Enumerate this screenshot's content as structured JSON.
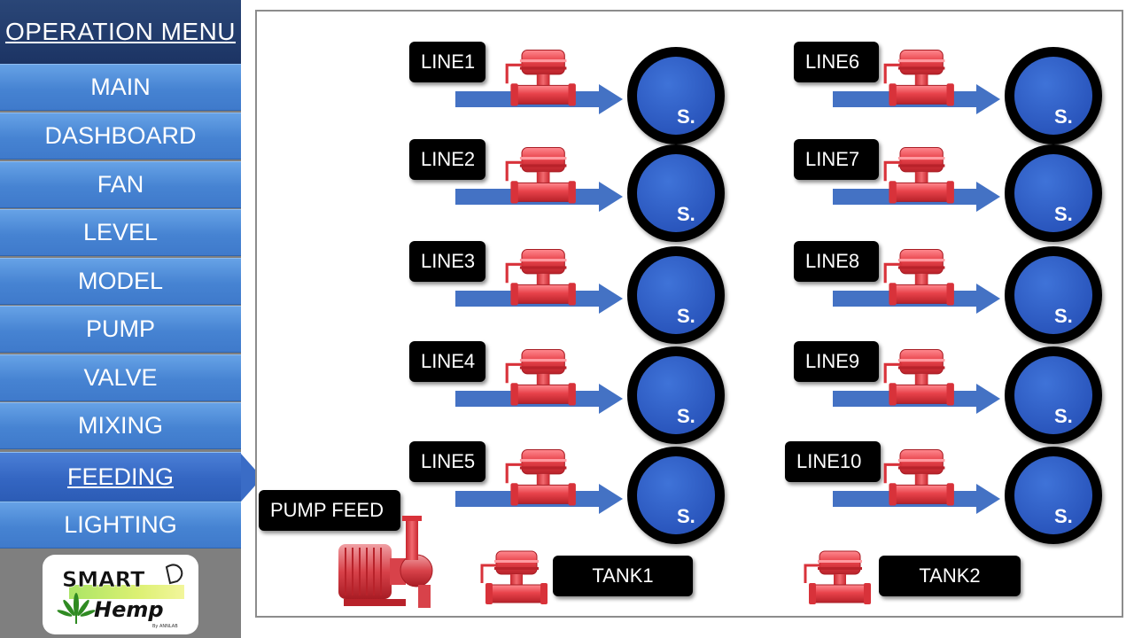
{
  "sidebar": {
    "header": "OPERATION MENU",
    "items": [
      {
        "label": "MAIN"
      },
      {
        "label": "DASHBOARD"
      },
      {
        "label": "FAN"
      },
      {
        "label": "LEVEL"
      },
      {
        "label": "MODEL"
      },
      {
        "label": "PUMP"
      },
      {
        "label": "VALVE"
      },
      {
        "label": "MIXING"
      },
      {
        "label": "FEEDING"
      },
      {
        "label": "LIGHTING"
      }
    ],
    "active": "FEEDING",
    "logo": {
      "line1": "SMART",
      "line2": "Hemp",
      "tagline": "By ANNLAB"
    }
  },
  "lines": [
    {
      "name": "LINE1",
      "gauge": "S."
    },
    {
      "name": "LINE2",
      "gauge": "S."
    },
    {
      "name": "LINE3",
      "gauge": "S."
    },
    {
      "name": "LINE4",
      "gauge": "S."
    },
    {
      "name": "LINE5",
      "gauge": "S."
    },
    {
      "name": "LINE6",
      "gauge": "S."
    },
    {
      "name": "LINE7",
      "gauge": "S."
    },
    {
      "name": "LINE8",
      "gauge": "S."
    },
    {
      "name": "LINE9",
      "gauge": "S."
    },
    {
      "name": "LINE10",
      "gauge": "S."
    }
  ],
  "pump_feed": {
    "label": "PUMP FEED"
  },
  "tanks": [
    {
      "label": "TANK1"
    },
    {
      "label": "TANK2"
    }
  ],
  "colors": {
    "pipe": "#4472c4",
    "valve": "#e8424a",
    "gauge_face": "#2a56bd",
    "menu_item": "#4683d2",
    "menu_header": "#1c3464"
  }
}
